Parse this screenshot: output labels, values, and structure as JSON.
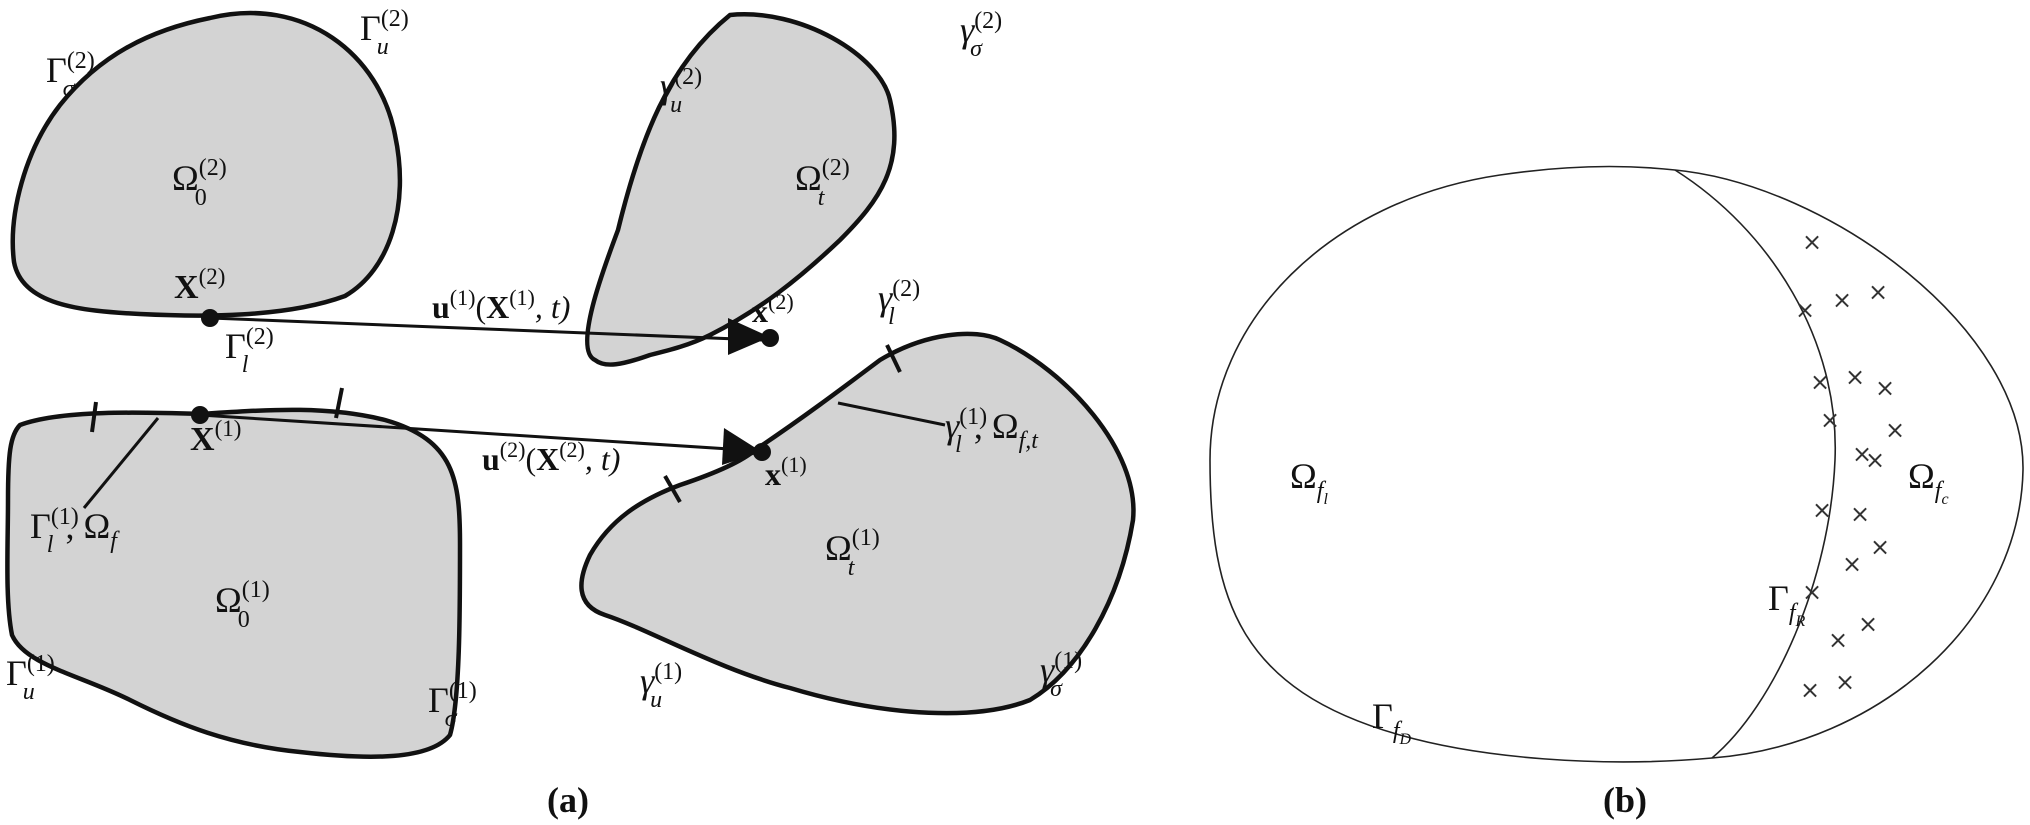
{
  "panel_a": {
    "caption": "(a)",
    "bodies": {
      "omega0_2": {
        "base": "Ω",
        "sub": "0",
        "sup": "(2)"
      },
      "omega0_1": {
        "base": "Ω",
        "sub": "0",
        "sup": "(1)"
      },
      "omegat_2": {
        "base": "Ω",
        "sub": "t",
        "sup": "(2)"
      },
      "omegat_1": {
        "base": "Ω",
        "sub": "t",
        "sup": "(1)"
      }
    },
    "boundaries": {
      "gamma_sigma_2": {
        "base": "Γ",
        "sub": "σ",
        "sup": "(2)"
      },
      "gamma_u_2": {
        "base": "Γ",
        "sub": "u",
        "sup": "(2)"
      },
      "gamma_l_2": {
        "base": "Γ",
        "sub": "l",
        "sup": "(2)"
      },
      "gamma_l_1": {
        "base": "Γ",
        "sub": "l",
        "sup": "(1)",
        "suffix": ", Ω",
        "suffix_sub": "f"
      },
      "gamma_u_1": {
        "base": "Γ",
        "sub": "u",
        "sup": "(1)"
      },
      "gamma_sigma_1": {
        "base": "Γ",
        "sub": "σ",
        "sup": "(1)"
      },
      "lgamma_u_2": {
        "base": "γ",
        "sub": "u",
        "sup": "(2)"
      },
      "lgamma_sigma_2": {
        "base": "γ",
        "sub": "σ",
        "sup": "(2)"
      },
      "lgamma_l_2": {
        "base": "γ",
        "sub": "l",
        "sup": "(2)"
      },
      "lgamma_l_1": {
        "base": "γ",
        "sub": "l",
        "sup": "(1)",
        "suffix": ", Ω",
        "suffix_sub": "f,t"
      },
      "lgamma_u_1": {
        "base": "γ",
        "sub": "u",
        "sup": "(1)"
      },
      "lgamma_sigma_1": {
        "base": "γ",
        "sub": "σ",
        "sup": "(1)"
      }
    },
    "points": {
      "X2": {
        "base": "X",
        "sup": "(2)"
      },
      "X1": {
        "base": "X",
        "sup": "(1)"
      },
      "x2": {
        "base": "x",
        "sup": "(2)"
      },
      "x1": {
        "base": "x",
        "sup": "(1)"
      }
    },
    "maps": {
      "u1": {
        "u": "u",
        "usup": "(1)",
        "open": "(",
        "arg": "X",
        "argsup": "(1)",
        "rest": ", t)"
      },
      "u2": {
        "u": "u",
        "usup": "(2)",
        "open": "(",
        "arg": "X",
        "argsup": "(2)",
        "rest": ", t)"
      }
    }
  },
  "panel_b": {
    "caption": "(b)",
    "regions": {
      "omega_fl": {
        "base": "Ω",
        "sub": "f",
        "subsub": "l"
      },
      "omega_fc": {
        "base": "Ω",
        "sub": "f",
        "subsub": "c"
      },
      "gamma_fR": {
        "base": "Γ",
        "sub": "f",
        "subsub": "R"
      },
      "gamma_fD": {
        "base": "Γ",
        "sub": "f",
        "subsub": "D"
      }
    },
    "cross_mark": "×",
    "cross_count": 20
  },
  "colors": {
    "body_fill": "#d3d3d3",
    "stroke": "#111111"
  }
}
